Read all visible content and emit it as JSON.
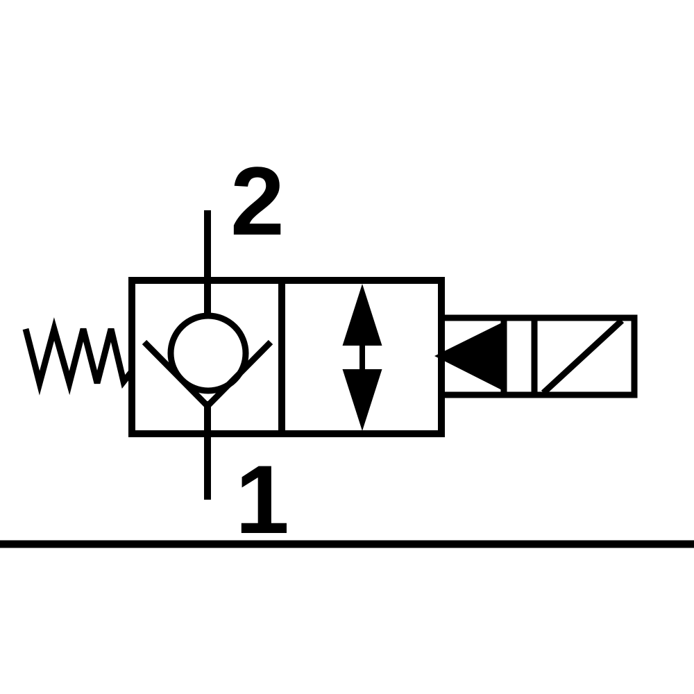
{
  "labels": {
    "port_top": "2",
    "port_bottom": "1"
  },
  "colors": {
    "line": "#000000",
    "background": "#ffffff"
  },
  "icons": [
    "spring-icon",
    "check-valve-ball-icon",
    "check-valve-seat-icon",
    "flow-arrows-icon",
    "solenoid-arrow-icon",
    "solenoid-coil-icon",
    "ground-line"
  ]
}
